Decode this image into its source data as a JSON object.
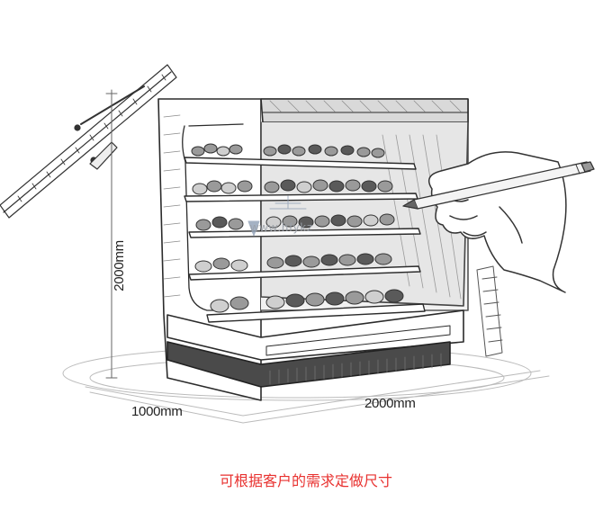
{
  "labels": {
    "height": "2000mm",
    "depth": "1000mm",
    "width": "2000mm",
    "watermark": "www.hfykz"
  },
  "caption": {
    "text": "可根据客户的需求定做尺寸",
    "color": "#e8312f"
  },
  "icons": [
    "pencil-icon",
    "hand-icon",
    "ruler-icon"
  ],
  "colors": {
    "ink": "#2b2b2b",
    "shade": "#8d8d8d",
    "paper": "#ffffff"
  }
}
